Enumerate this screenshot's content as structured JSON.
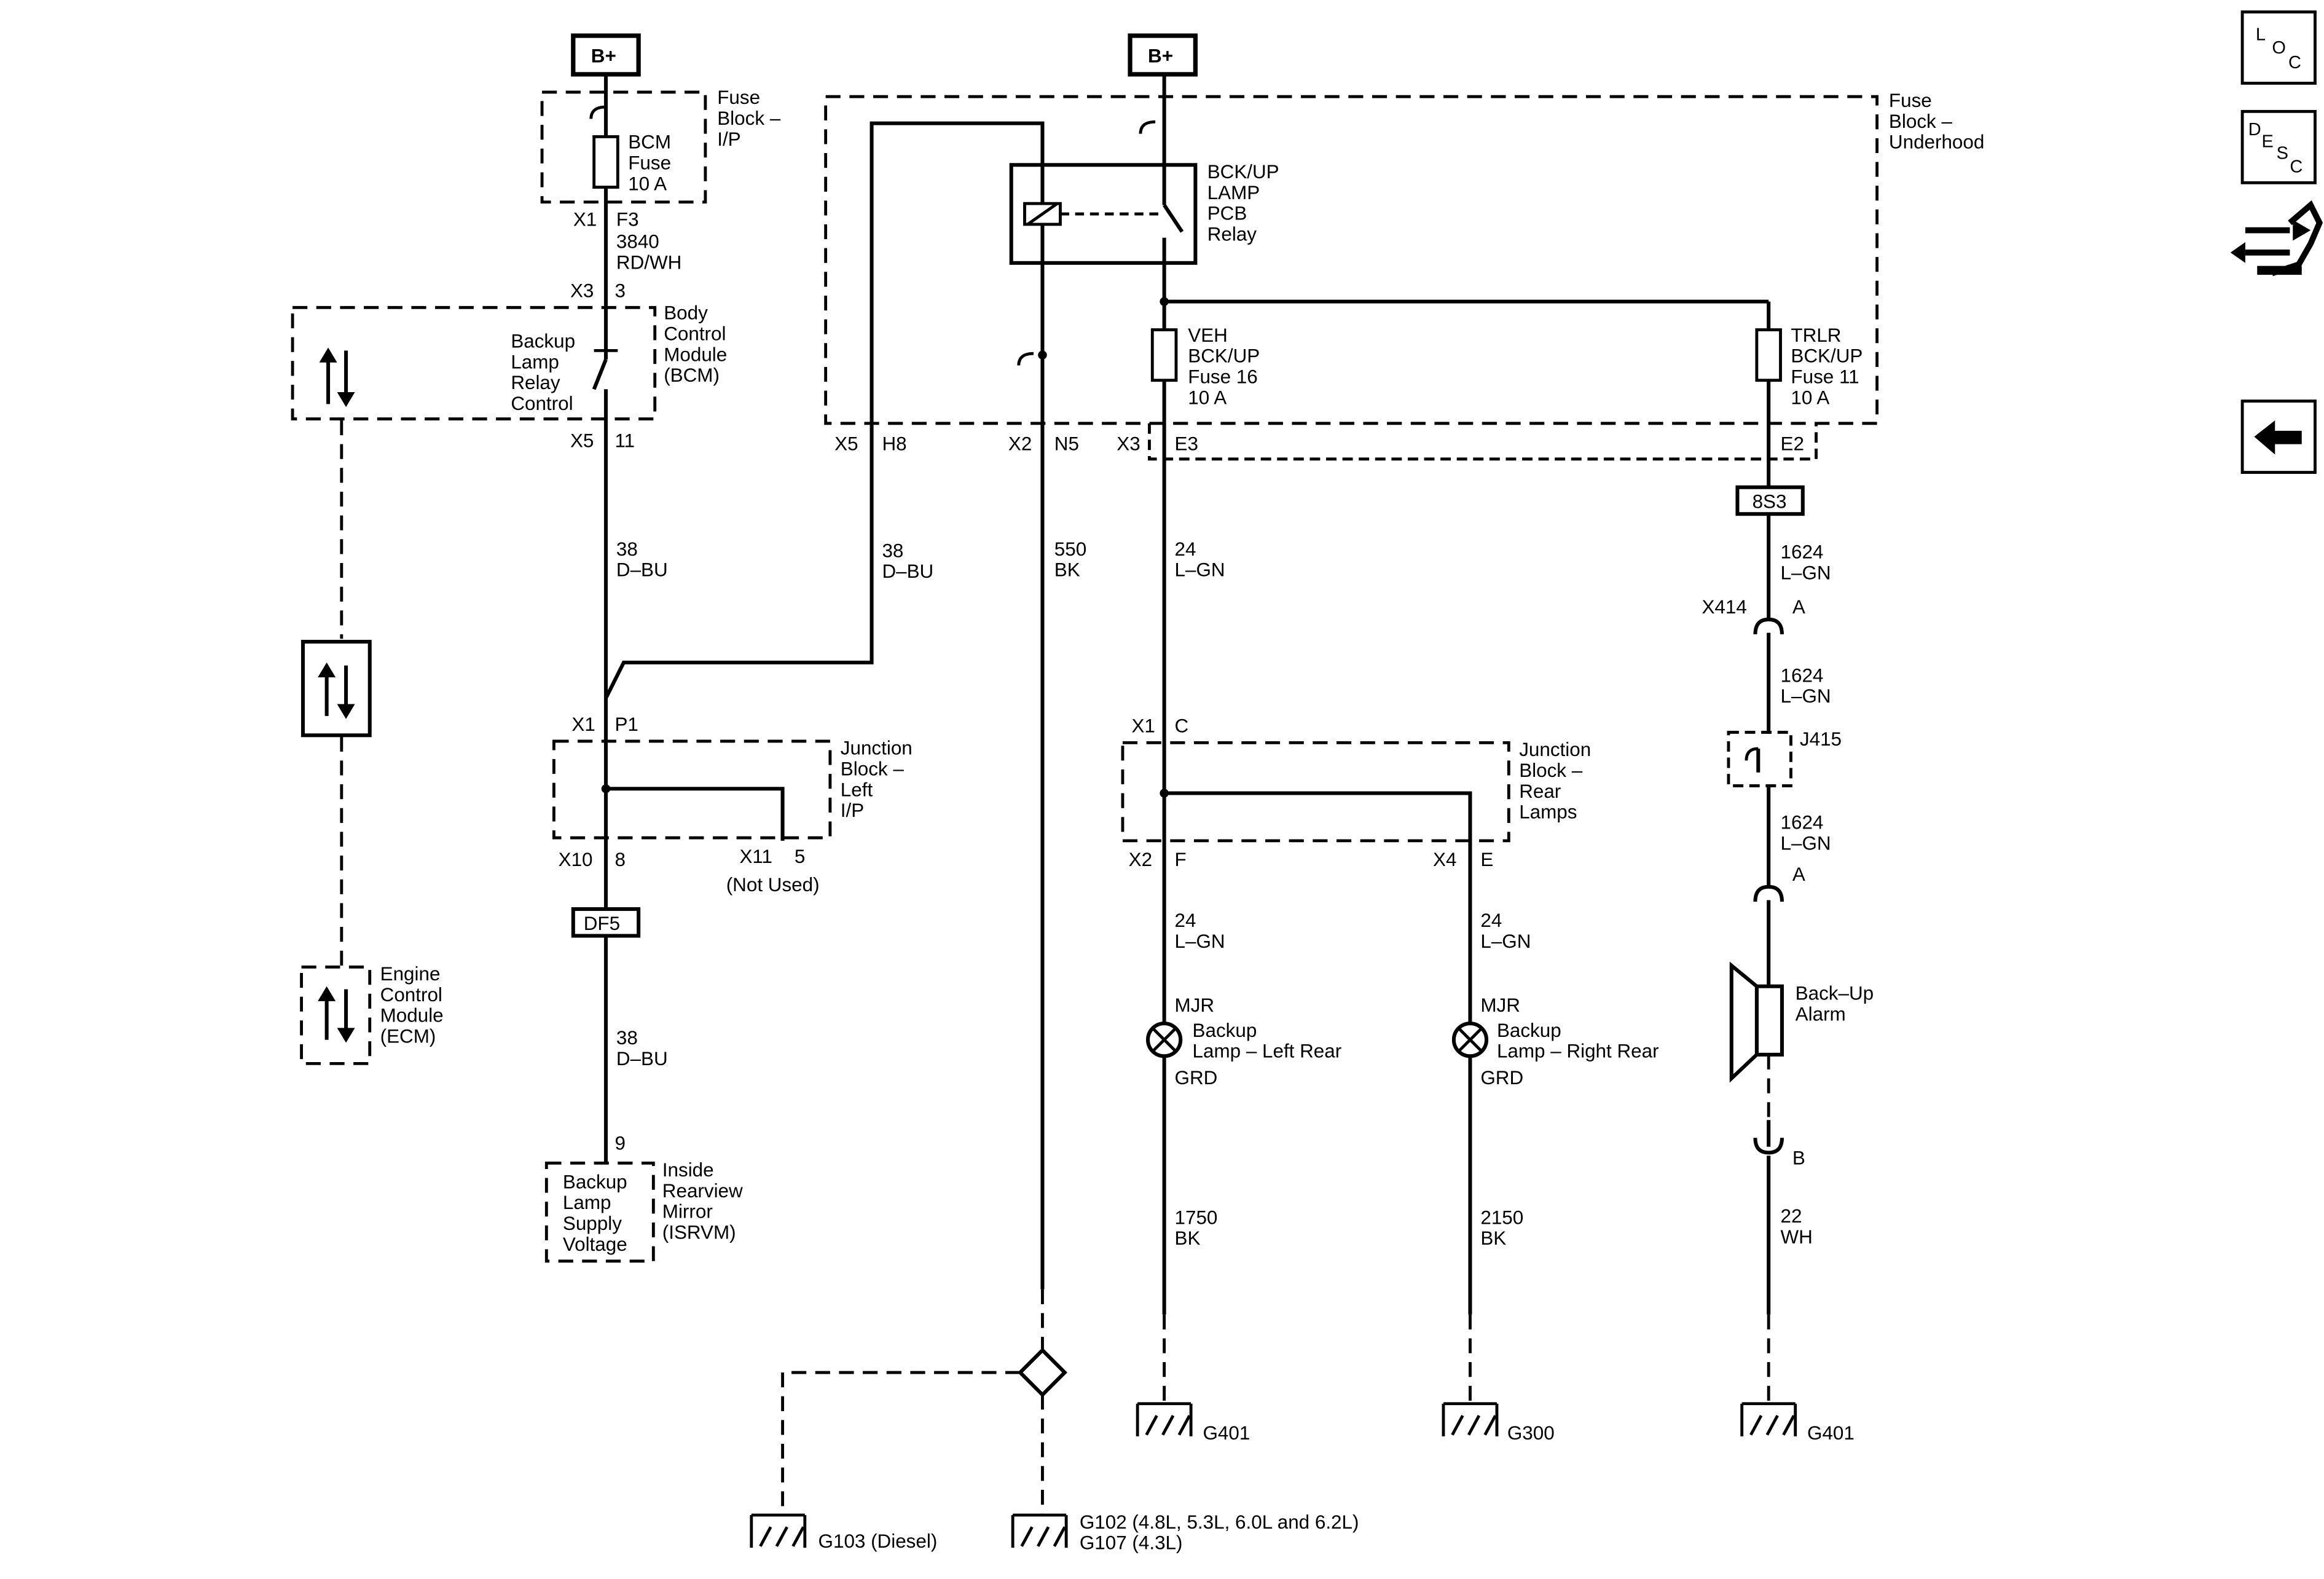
{
  "power": {
    "b_plus_left": "B+",
    "b_plus_right": "B+"
  },
  "fuse_block_ip": {
    "title": [
      "Fuse",
      "Block –",
      "I/P"
    ],
    "fuse": [
      "BCM",
      "Fuse",
      "10 A"
    ],
    "conn": "X1",
    "pin": "F3",
    "wire": [
      "3840",
      "RD/WH"
    ]
  },
  "bcm": {
    "title": [
      "Body",
      "Control",
      "Module",
      "(BCM)"
    ],
    "inner": [
      "Backup",
      "Lamp",
      "Relay",
      "Control"
    ],
    "in_conn": "X3",
    "in_pin": "3",
    "out_conn": "X5",
    "out_pin": "11"
  },
  "ecm": {
    "title": [
      "Engine",
      "Control",
      "Module",
      "(ECM)"
    ]
  },
  "wire_bu_left": [
    "38",
    "D–BU"
  ],
  "wire_bu_mid": [
    "38",
    "D–BU"
  ],
  "jb_left": {
    "title": [
      "Junction",
      "Block –",
      "Left",
      "I/P"
    ],
    "in_conn": "X1",
    "in_pin": "P1",
    "out1_conn": "X10",
    "out1_pin": "8",
    "out2_conn": "X11",
    "out2_pin": "5",
    "not_used": "(Not Used)"
  },
  "df5": "DF5",
  "wire_bu_low": [
    "38",
    "D–BU"
  ],
  "isrvm": {
    "pin": "9",
    "inner": [
      "Backup",
      "Lamp",
      "Supply",
      "Voltage"
    ],
    "title": [
      "Inside",
      "Rearview",
      "Mirror",
      "(ISRVM)"
    ]
  },
  "fuse_block_uh": {
    "title": [
      "Fuse",
      "Block –",
      "Underhood"
    ],
    "relay": [
      "BCK/UP",
      "LAMP",
      "PCB",
      "Relay"
    ],
    "veh_fuse": [
      "VEH",
      "BCK/UP",
      "Fuse 16",
      "10 A"
    ],
    "trlr_fuse": [
      "TRLR",
      "BCK/UP",
      "Fuse 11",
      "10 A"
    ],
    "x5": "X5",
    "h8": "H8",
    "x2": "X2",
    "n5": "N5",
    "x3": "X3",
    "e3": "E3",
    "e2": "E2"
  },
  "wire_bk_550": [
    "550",
    "BK"
  ],
  "wire_lgn_24_top": [
    "24",
    "L–GN"
  ],
  "s8s3": "8S3",
  "wire_1624_a": [
    "1624",
    "L–GN"
  ],
  "x414": {
    "conn": "X414",
    "pin": "A"
  },
  "wire_1624_b": [
    "1624",
    "L–GN"
  ],
  "j415": "J415",
  "wire_1624_c": [
    "1624",
    "L–GN"
  ],
  "alarm_pin_a": "A",
  "alarm": [
    "Back–Up",
    "Alarm"
  ],
  "alarm_pin_b": "B",
  "wire_wh": [
    "22",
    "WH"
  ],
  "jb_rear": {
    "title": [
      "Junction",
      "Block –",
      "Rear",
      "Lamps"
    ],
    "in_conn": "X1",
    "in_pin": "C",
    "out1_conn": "X2",
    "out1_pin": "F",
    "out2_conn": "X4",
    "out2_pin": "E"
  },
  "wire_lgn_left": [
    "24",
    "L–GN"
  ],
  "wire_lgn_right": [
    "24",
    "L–GN"
  ],
  "lamp_left": {
    "mjr": "MJR",
    "label": [
      "Backup",
      "Lamp – Left Rear"
    ],
    "grd": "GRD"
  },
  "lamp_right": {
    "mjr": "MJR",
    "label": [
      "Backup",
      "Lamp – Right Rear"
    ],
    "grd": "GRD"
  },
  "wire_bk_1750": [
    "1750",
    "BK"
  ],
  "wire_bk_2150": [
    "2150",
    "BK"
  ],
  "grounds": {
    "g401_left": "G401",
    "g300": "G300",
    "g401_right": "G401",
    "g103": "G103 (Diesel)",
    "g102": "G102 (4.8L, 5.3L, 6.0L and 6.2L)",
    "g107": "G107 (4.3L)"
  },
  "side_nav": {
    "loc": [
      "L",
      "O",
      "C"
    ],
    "desc": [
      "D",
      "E",
      "S",
      "C"
    ]
  }
}
